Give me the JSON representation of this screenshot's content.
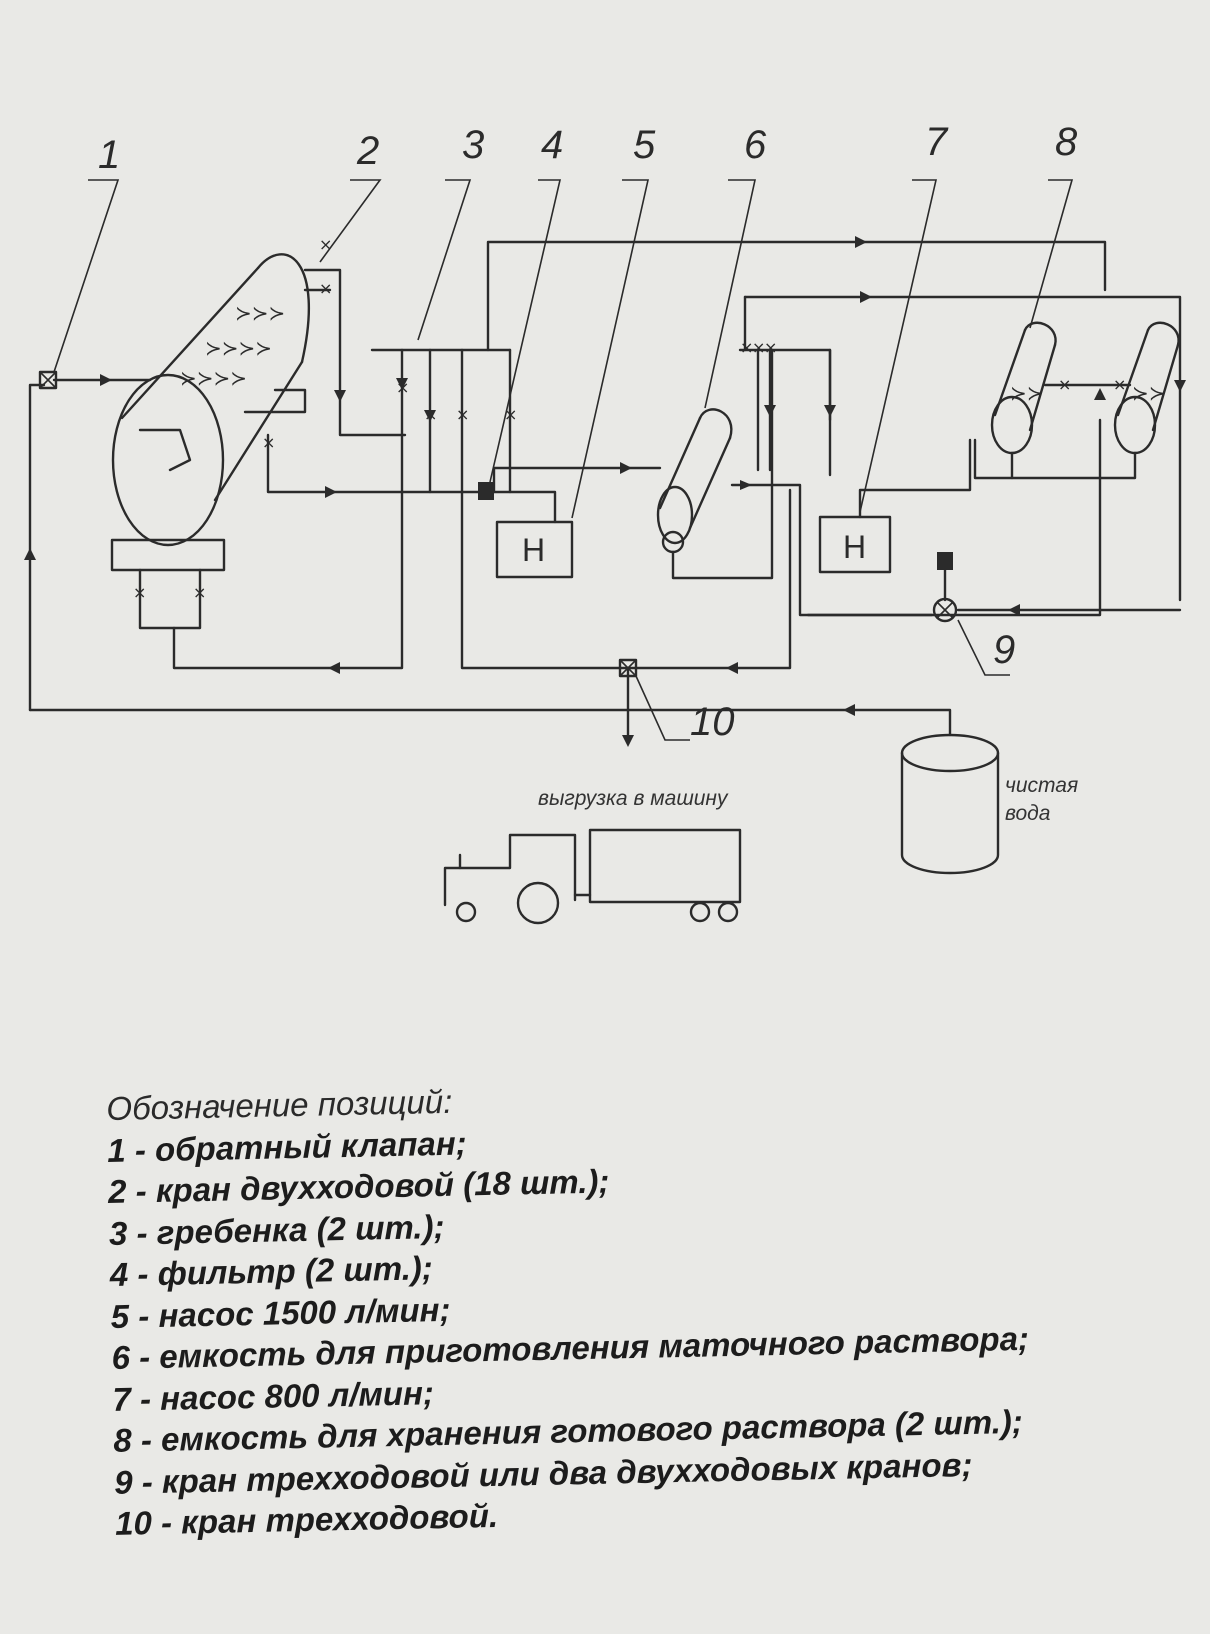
{
  "diagram": {
    "callouts": [
      "1",
      "2",
      "3",
      "4",
      "5",
      "6",
      "7",
      "8",
      "9",
      "10"
    ],
    "pump_label": "Н",
    "unload_label": "выгрузка в машину",
    "clean_water_label": [
      "чистая",
      "вода"
    ]
  },
  "legend": {
    "title": "Обозначение позиций:",
    "items": [
      "1 - обратный клапан;",
      "2 - кран двухходовой (18 шт.);",
      "3 - гребенка (2 шт.);",
      "4 - фильтр (2 шт.);",
      "5 - насос 1500 л/мин;",
      "6 - емкость для приготовления маточного раствора;",
      "7 - насос 800 л/мин;",
      "8 - емкость для хранения готового раствора (2 шт.);",
      "9 - кран трехходовой или два двухходовых кранов;",
      "10 - кран трехходовой."
    ]
  }
}
